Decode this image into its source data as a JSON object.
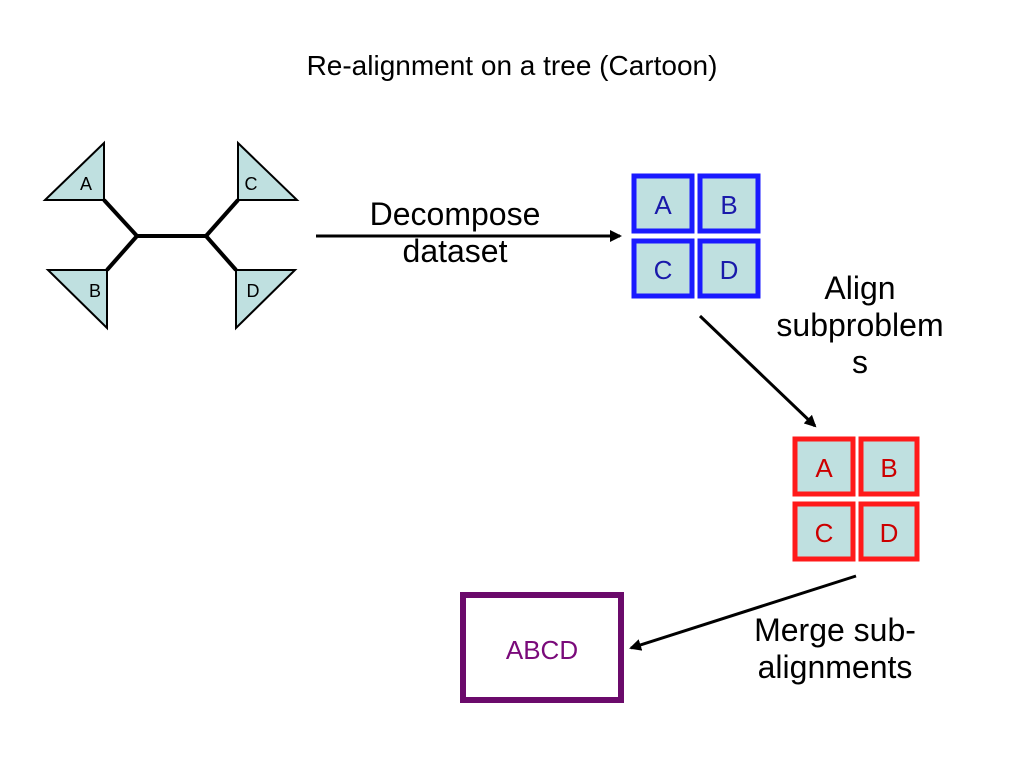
{
  "title": "Re-alignment on a tree (Cartoon)",
  "tree": {
    "leaves": [
      "A",
      "C",
      "B",
      "D"
    ]
  },
  "steps": {
    "decompose": [
      "Decompose",
      "dataset"
    ],
    "align": [
      "Align",
      "subproblem",
      "s"
    ],
    "merge": [
      "Merge sub-",
      "alignments"
    ]
  },
  "subsets": [
    "A",
    "B",
    "C",
    "D"
  ],
  "aligned_subsets": [
    "A",
    "B",
    "C",
    "D"
  ],
  "merged": "ABCD",
  "colors": {
    "tree_fill": "#bfe0e0",
    "cell_fill": "#bfe0e0",
    "blue_border": "#1a1aff",
    "red_border": "#ff1a1a",
    "purple_border": "#6b0a6b",
    "blue_text": "#1a1aaa",
    "red_text": "#cc0000",
    "purple_text": "#7a0a7a"
  }
}
